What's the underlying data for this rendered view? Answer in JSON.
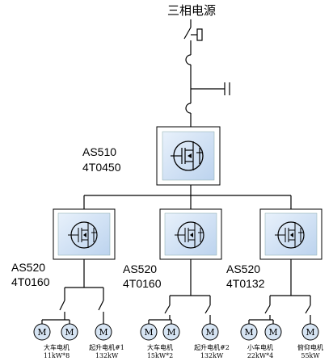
{
  "title": "三相电源",
  "main_drive": {
    "model": "AS510",
    "code": "4T0450"
  },
  "sub_drives": [
    {
      "model": "AS520",
      "code": "4T0160"
    },
    {
      "model": "AS520",
      "code": "4T0160"
    },
    {
      "model": "AS520",
      "code": "4T0132"
    }
  ],
  "motors": [
    {
      "name": "大车电机",
      "rating": "11kW*8"
    },
    {
      "name": "起升电机#1",
      "rating": "132kW"
    },
    {
      "name": "大车电机",
      "rating": "15kW*2"
    },
    {
      "name": "起升电机#2",
      "rating": "132kW"
    },
    {
      "name": "小车电机",
      "rating": "22kW*4"
    },
    {
      "name": "俯仰电机",
      "rating": "55kW"
    }
  ],
  "motor_symbol": "M"
}
